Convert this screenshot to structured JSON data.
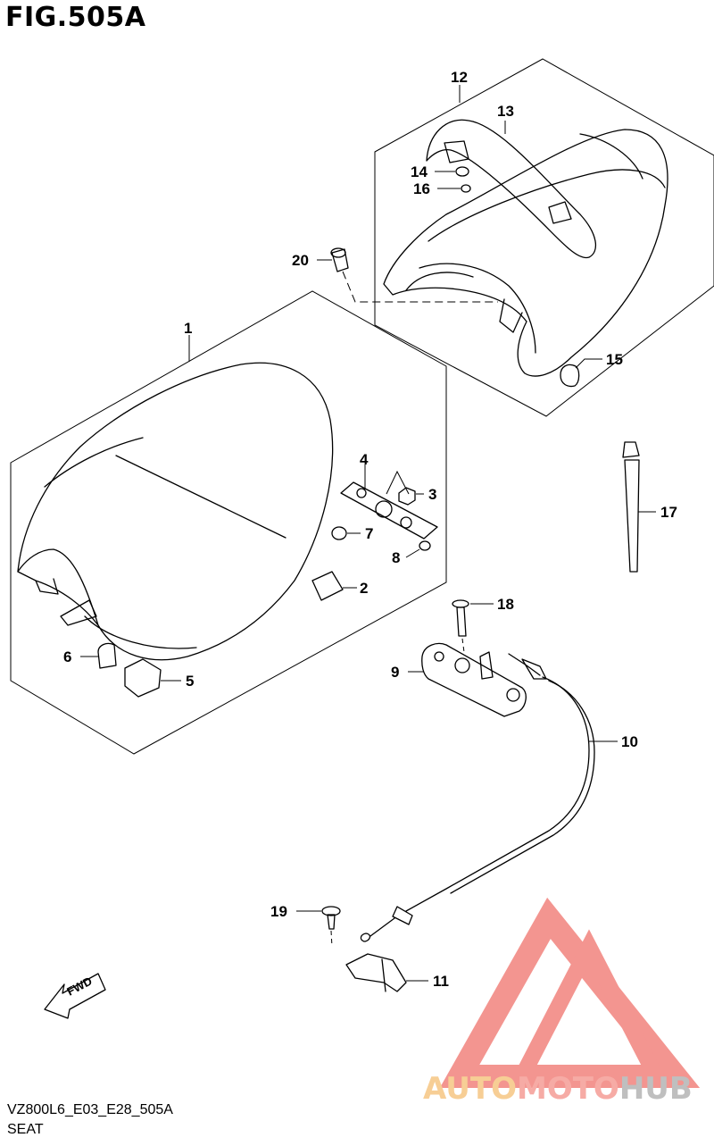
{
  "figure": {
    "title": "FIG.505A",
    "code": "VZ800L6_E03_E28_505A",
    "name": "SEAT"
  },
  "callouts": [
    "1",
    "2",
    "3",
    "4",
    "5",
    "6",
    "7",
    "8",
    "9",
    "10",
    "11",
    "12",
    "13",
    "14",
    "15",
    "16",
    "17",
    "18",
    "19",
    "20"
  ],
  "direction_label": "FWD",
  "watermark": {
    "text_part1": "AUTO",
    "text_part2": "MOTO",
    "text_part3": "HUB",
    "colors": {
      "triangle": "#f28a84",
      "auto": "#f7c98a",
      "moto": "#f6a29c",
      "hub": "#b9b9b9"
    }
  }
}
